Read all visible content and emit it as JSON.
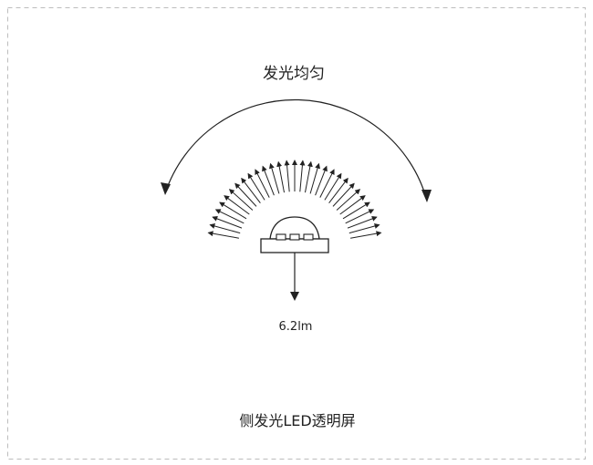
{
  "diagram": {
    "top_label": "发光均匀",
    "lumen_label": "6.2lm",
    "caption": "侧发光LED透明屏"
  },
  "style": {
    "line_color": "#222222",
    "border_color": "#bdbdbd"
  }
}
